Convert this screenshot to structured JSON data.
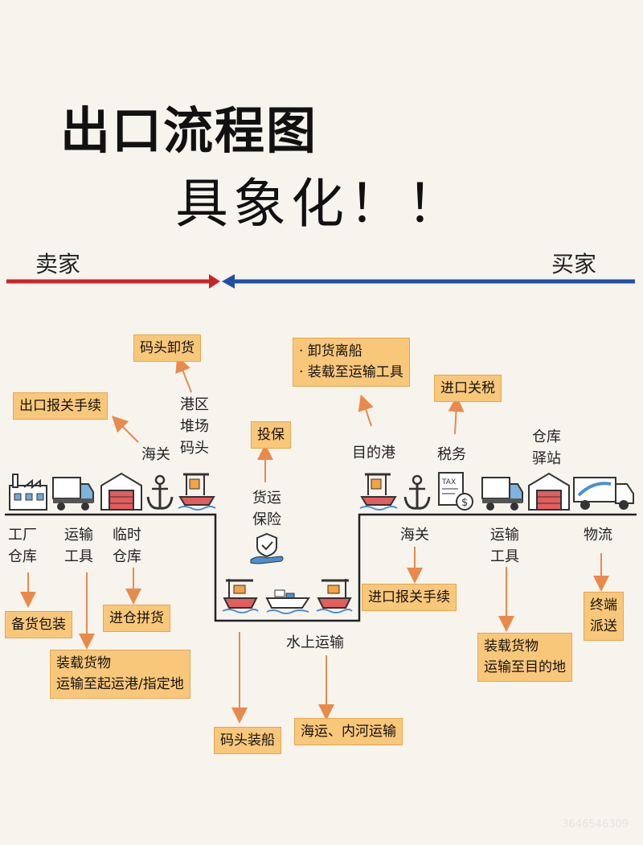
{
  "title": {
    "line1": "出口流程图",
    "line2": "具象化！！"
  },
  "parties": {
    "seller": "卖家",
    "buyer": "买家"
  },
  "colors": {
    "seller_line": "#c9232b",
    "buyer_line": "#1f4fa5",
    "box_fill": "#f9c77a",
    "arrow": "#e98a4a"
  },
  "seller_side": {
    "factory_label": "工厂\n仓库",
    "factory_box": "备货包装",
    "transport_label": "运输\n工具",
    "transport_box": "装载货物\n运输至起运港/指定地",
    "temp_label": "临时\n仓库",
    "temp_box": "进仓拼货",
    "customs_label": "海关",
    "customs_box": "出口报关手续",
    "port_label": "港区\n堆场\n码头",
    "port_box": "码头卸货"
  },
  "middle": {
    "insurance_label": "货运\n保险",
    "insurance_box": "投保",
    "dock_box": "码头装船",
    "water_label": "水上运输",
    "water_box": "海运、内河运输"
  },
  "buyer_side": {
    "dest_label": "目的港",
    "dest_box": "· 卸货离船\n· 装载至运输工具",
    "tax_label": "税务",
    "tax_box": "进口关税",
    "warehouse_label": "仓库\n驿站",
    "customs_label": "海关",
    "customs_box": "进口报关手续",
    "transport_label": "运输\n工具",
    "transport_box": "装载货物\n运输至目的地",
    "logistics_label": "物流",
    "logistics_box": "终端\n派送"
  },
  "icons": {
    "tax_icon_text": "TAX",
    "icon_names": [
      "factory-icon",
      "truck-icon",
      "warehouse-icon",
      "anchor-icon",
      "crane-ship-icon",
      "shield-hand-icon",
      "cargo-ship-icon",
      "tax-icon",
      "delivery-truck-icon"
    ]
  },
  "watermark": "3646546309"
}
